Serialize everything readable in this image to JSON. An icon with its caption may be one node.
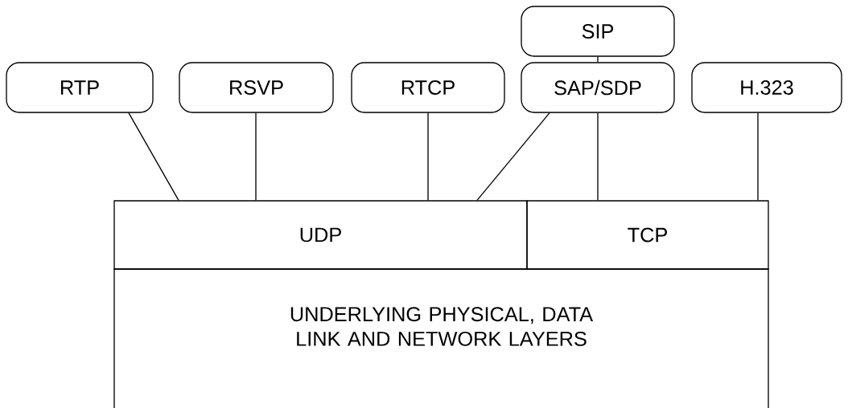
{
  "diagram": {
    "nodes": [
      {
        "text": [
          "SIP"
        ]
      },
      {
        "text": [
          "RTP"
        ]
      },
      {
        "text": [
          "RSVP"
        ]
      },
      {
        "text": [
          "RTCP"
        ]
      },
      {
        "text": [
          "SAP/SDP"
        ]
      },
      {
        "text": [
          "H.323"
        ]
      },
      {
        "text": [
          "UDP"
        ]
      },
      {
        "text": [
          "TCP"
        ]
      },
      {
        "text": [
          "UNDERLYING PHYSICAL, DATA LINK AND NETWORK LAYERS"
        ]
      }
    ],
    "edges": [
      {
        "from": 0,
        "to": 4,
        "arrow": "none"
      },
      {
        "from": 1,
        "to": 6,
        "arrow": "none"
      },
      {
        "from": 2,
        "to": 6,
        "arrow": "none"
      },
      {
        "from": 3,
        "to": 6,
        "arrow": "none"
      },
      {
        "from": 4,
        "to": 6,
        "arrow": "none"
      },
      {
        "from": 4,
        "to": 7,
        "arrow": "none"
      },
      {
        "from": 5,
        "to": 7,
        "arrow": "none"
      }
    ]
  }
}
